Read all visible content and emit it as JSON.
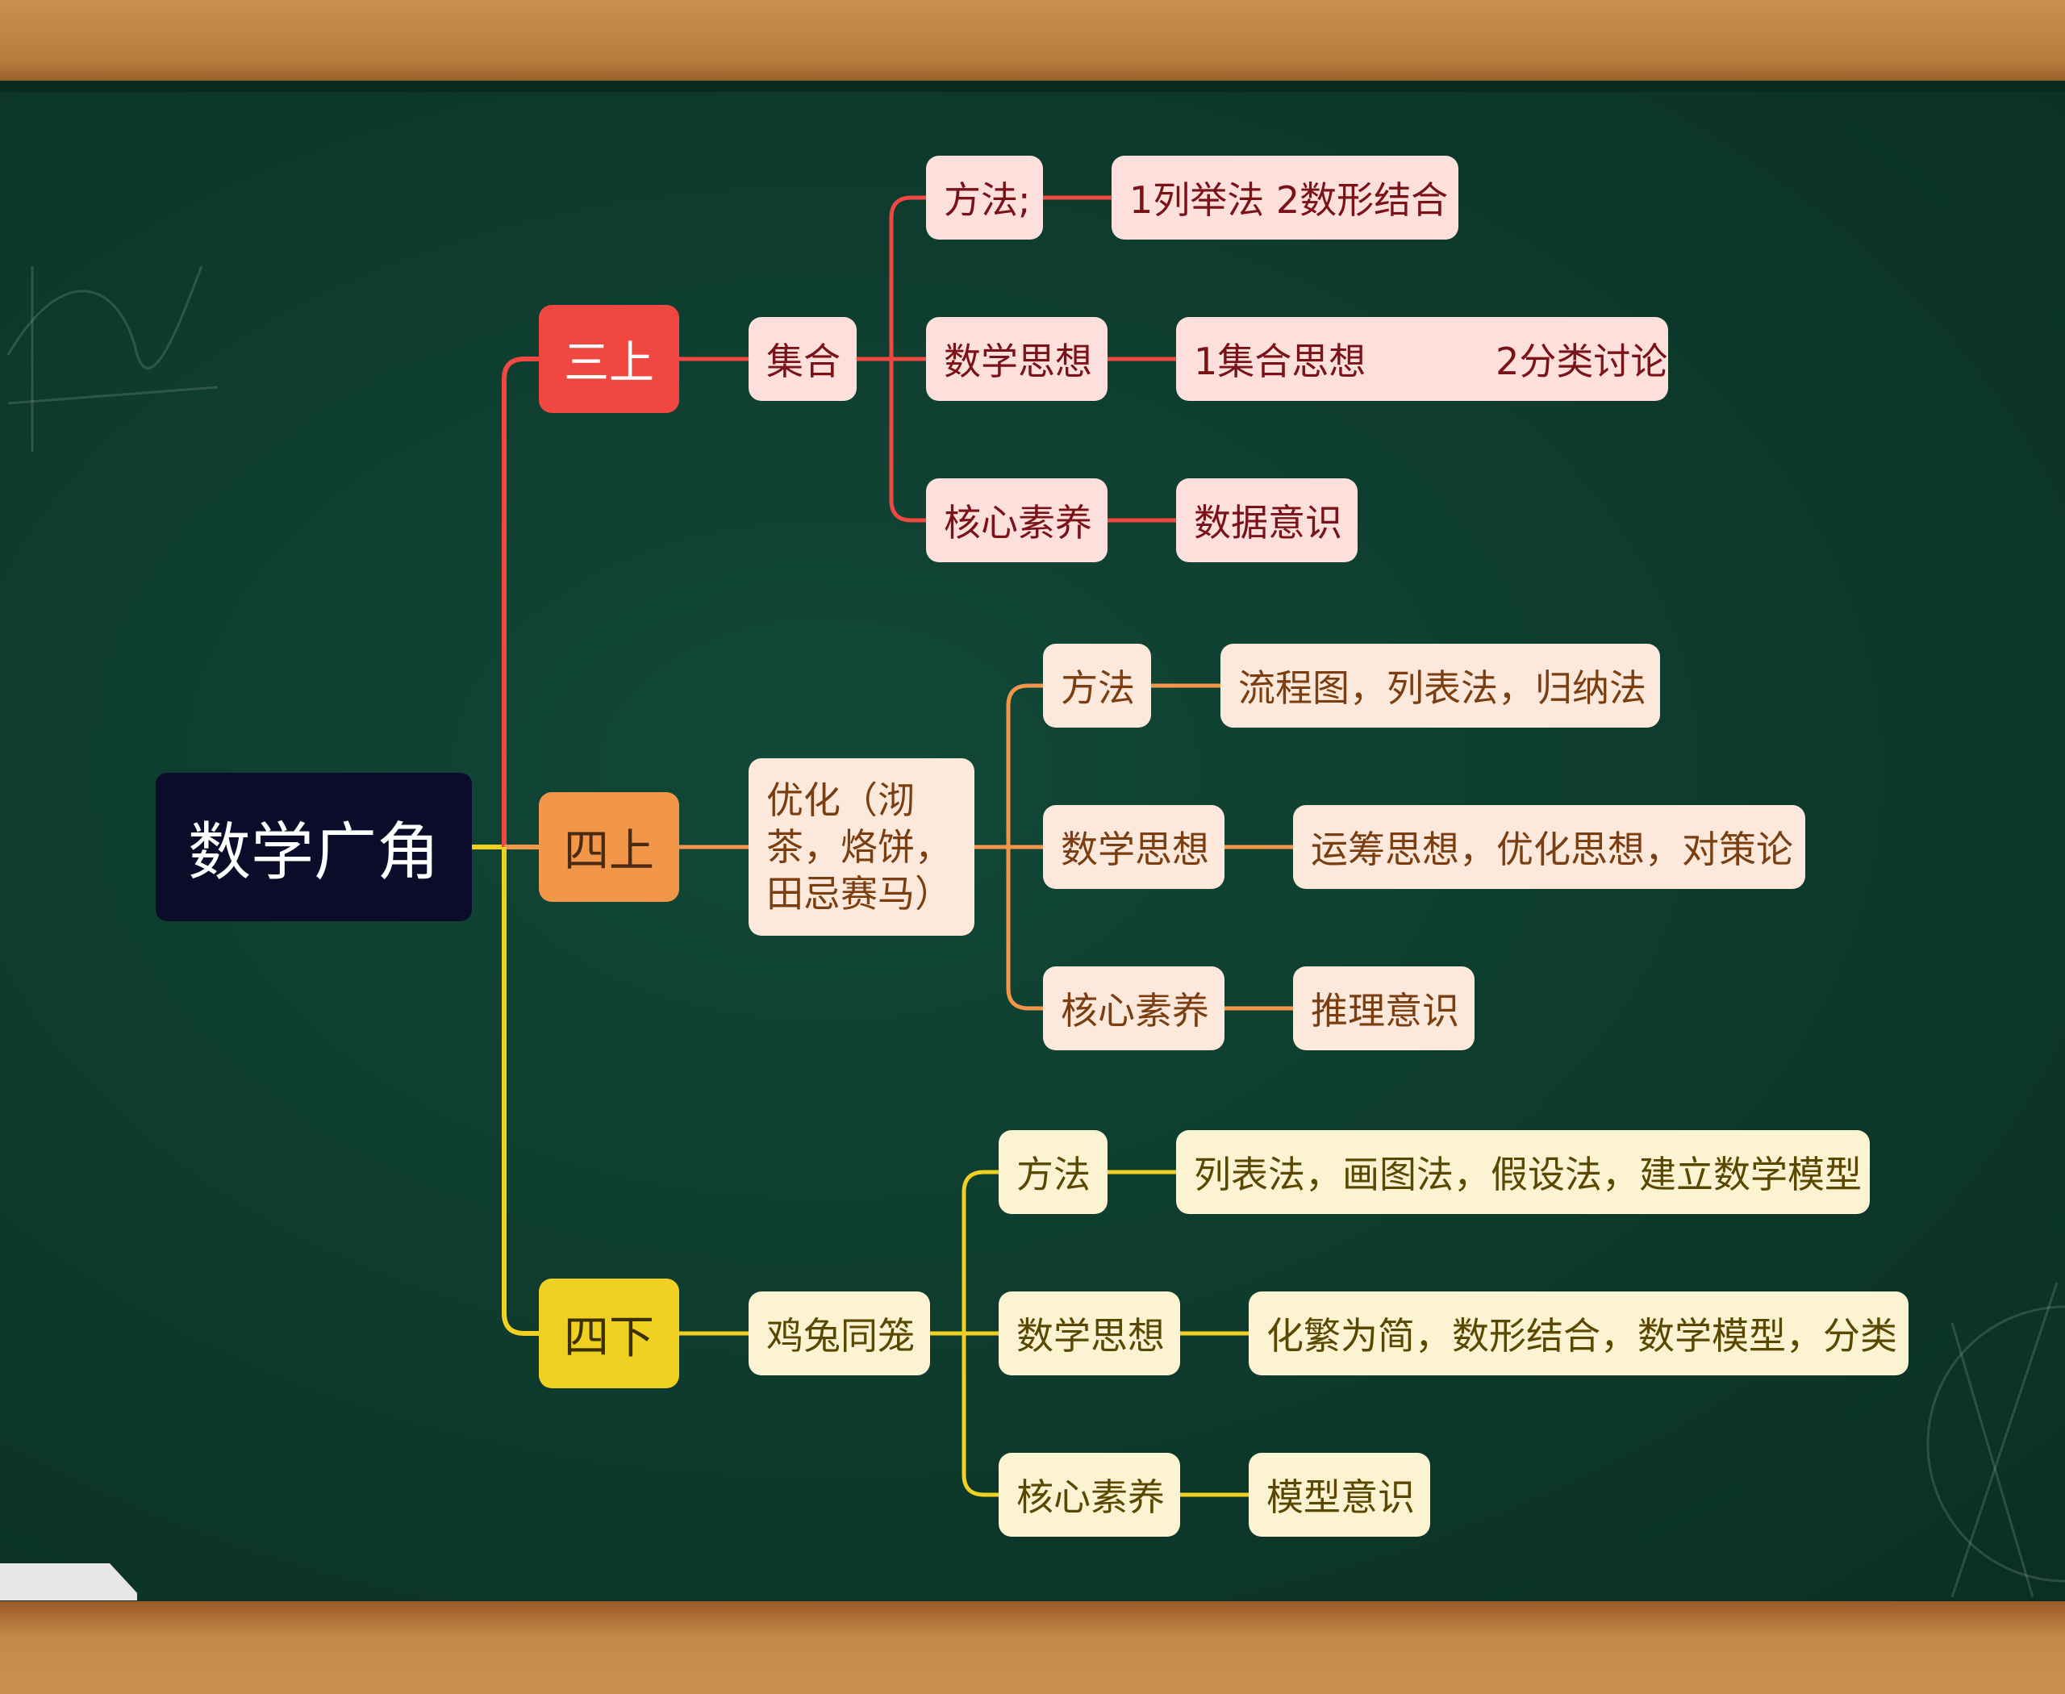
{
  "root": "数学广角",
  "branches": [
    {
      "label": "三上",
      "topic": "集合",
      "items": [
        {
          "key": "方法;",
          "value": "1列举法 2数形结合"
        },
        {
          "key": "数学思想",
          "value": "1集合思想           2分类讨论"
        },
        {
          "key": "核心素养",
          "value": "数据意识"
        }
      ]
    },
    {
      "label": "四上",
      "topic": "优化（沏茶，烙饼，田忌赛马）",
      "items": [
        {
          "key": "方法",
          "value": "流程图，列表法，归纳法"
        },
        {
          "key": "数学思想",
          "value": "运筹思想，优化思想，对策论"
        },
        {
          "key": "核心素养",
          "value": "推理意识"
        }
      ]
    },
    {
      "label": "四下",
      "topic": "鸡兔同笼",
      "items": [
        {
          "key": "方法",
          "value": "列表法，画图法，假设法，建立数学模型"
        },
        {
          "key": "数学思想",
          "value": "化繁为简，数形结合，数学模型，分类"
        },
        {
          "key": "核心素养",
          "value": "模型意识"
        }
      ]
    }
  ],
  "colors": {
    "branch1": "#f04840",
    "branch2": "#f2974a",
    "branch3": "#f0d020",
    "board": "#0d3a2c",
    "frame": "#c48a48"
  }
}
